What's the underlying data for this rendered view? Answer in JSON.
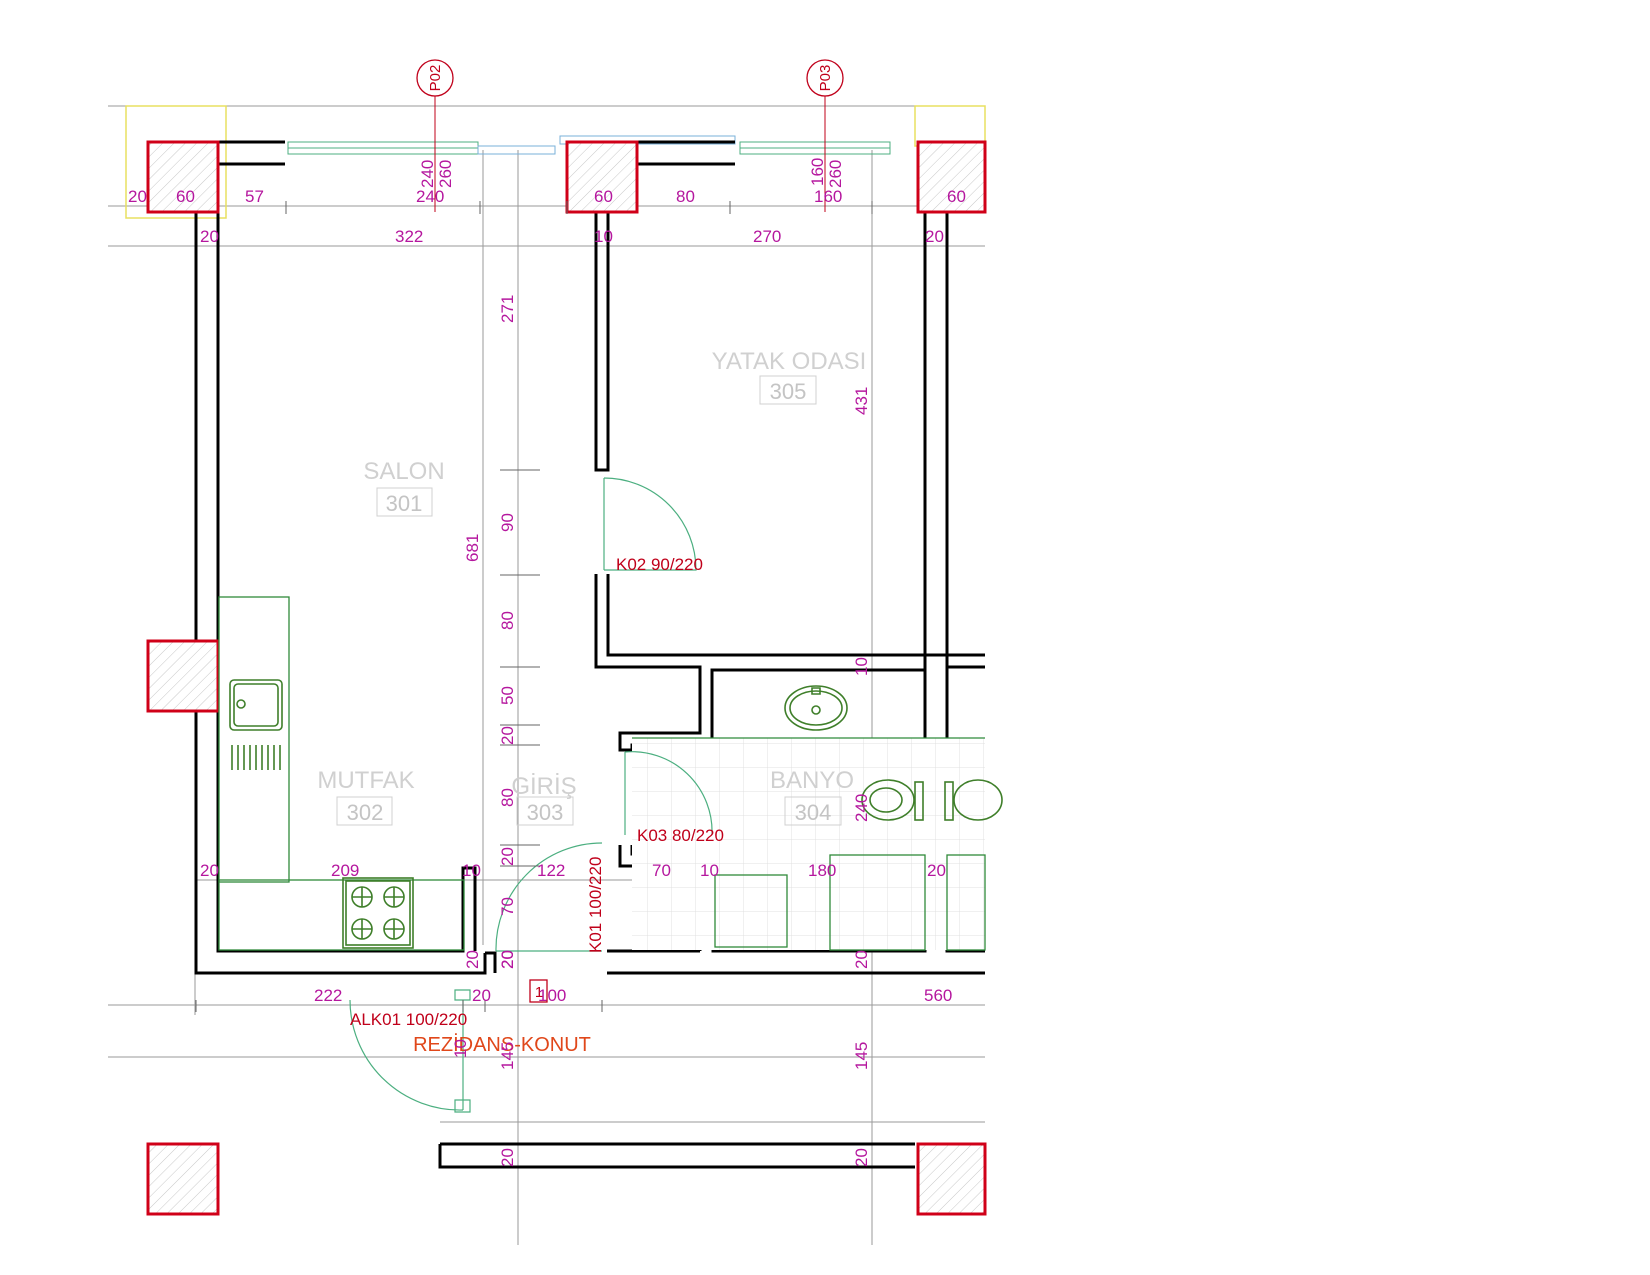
{
  "rooms": [
    {
      "name": "SALON",
      "number": "301"
    },
    {
      "name": "YATAK ODASI",
      "number": "305"
    },
    {
      "name": "MUTFAK",
      "number": "302"
    },
    {
      "name": "GİRİŞ",
      "number": "303"
    },
    {
      "name": "BANYO",
      "number": "304"
    }
  ],
  "doors": {
    "k02": "K02 90/220",
    "k03": "K03 80/220",
    "k01": "K01 100/220",
    "alk01": "ALK01 100/220"
  },
  "caption": "REZİDANS-KONUT",
  "grid_markers": {
    "p02": "P02",
    "p03": "P03"
  },
  "section_mark": "1",
  "dimensions": {
    "top": {
      "d20": "20",
      "d60a": "60",
      "d57": "57",
      "d240": "240",
      "w240": "240",
      "w260": "260",
      "d60b": "60",
      "d80": "80",
      "d160": "160",
      "w160": "160",
      "w260b": "260",
      "d60c": "60"
    },
    "second": {
      "d20a": "20",
      "d322": "322",
      "d10": "10",
      "d270": "270",
      "d20b": "20"
    },
    "vertical": {
      "v271": "271",
      "v681": "681",
      "v431": "431",
      "v90": "90",
      "v80a": "80",
      "v50": "50",
      "v20a": "20",
      "v80b": "80",
      "v20b": "20",
      "v70": "70",
      "v20c": "20",
      "v10": "10",
      "v240": "240",
      "v20d": "20",
      "v145a": "145",
      "v145b": "145",
      "v20e": "20",
      "v20f": "20"
    },
    "middle": {
      "d20a": "20",
      "d209": "209",
      "d10a": "10",
      "d122": "122",
      "d70": "70",
      "d10b": "10",
      "d180": "180",
      "d20b": "20"
    },
    "bottom": {
      "d20a": "20",
      "d20b": "20",
      "d222": "222",
      "d20c": "20",
      "d100": "100",
      "d560": "560",
      "d10": "10"
    }
  }
}
